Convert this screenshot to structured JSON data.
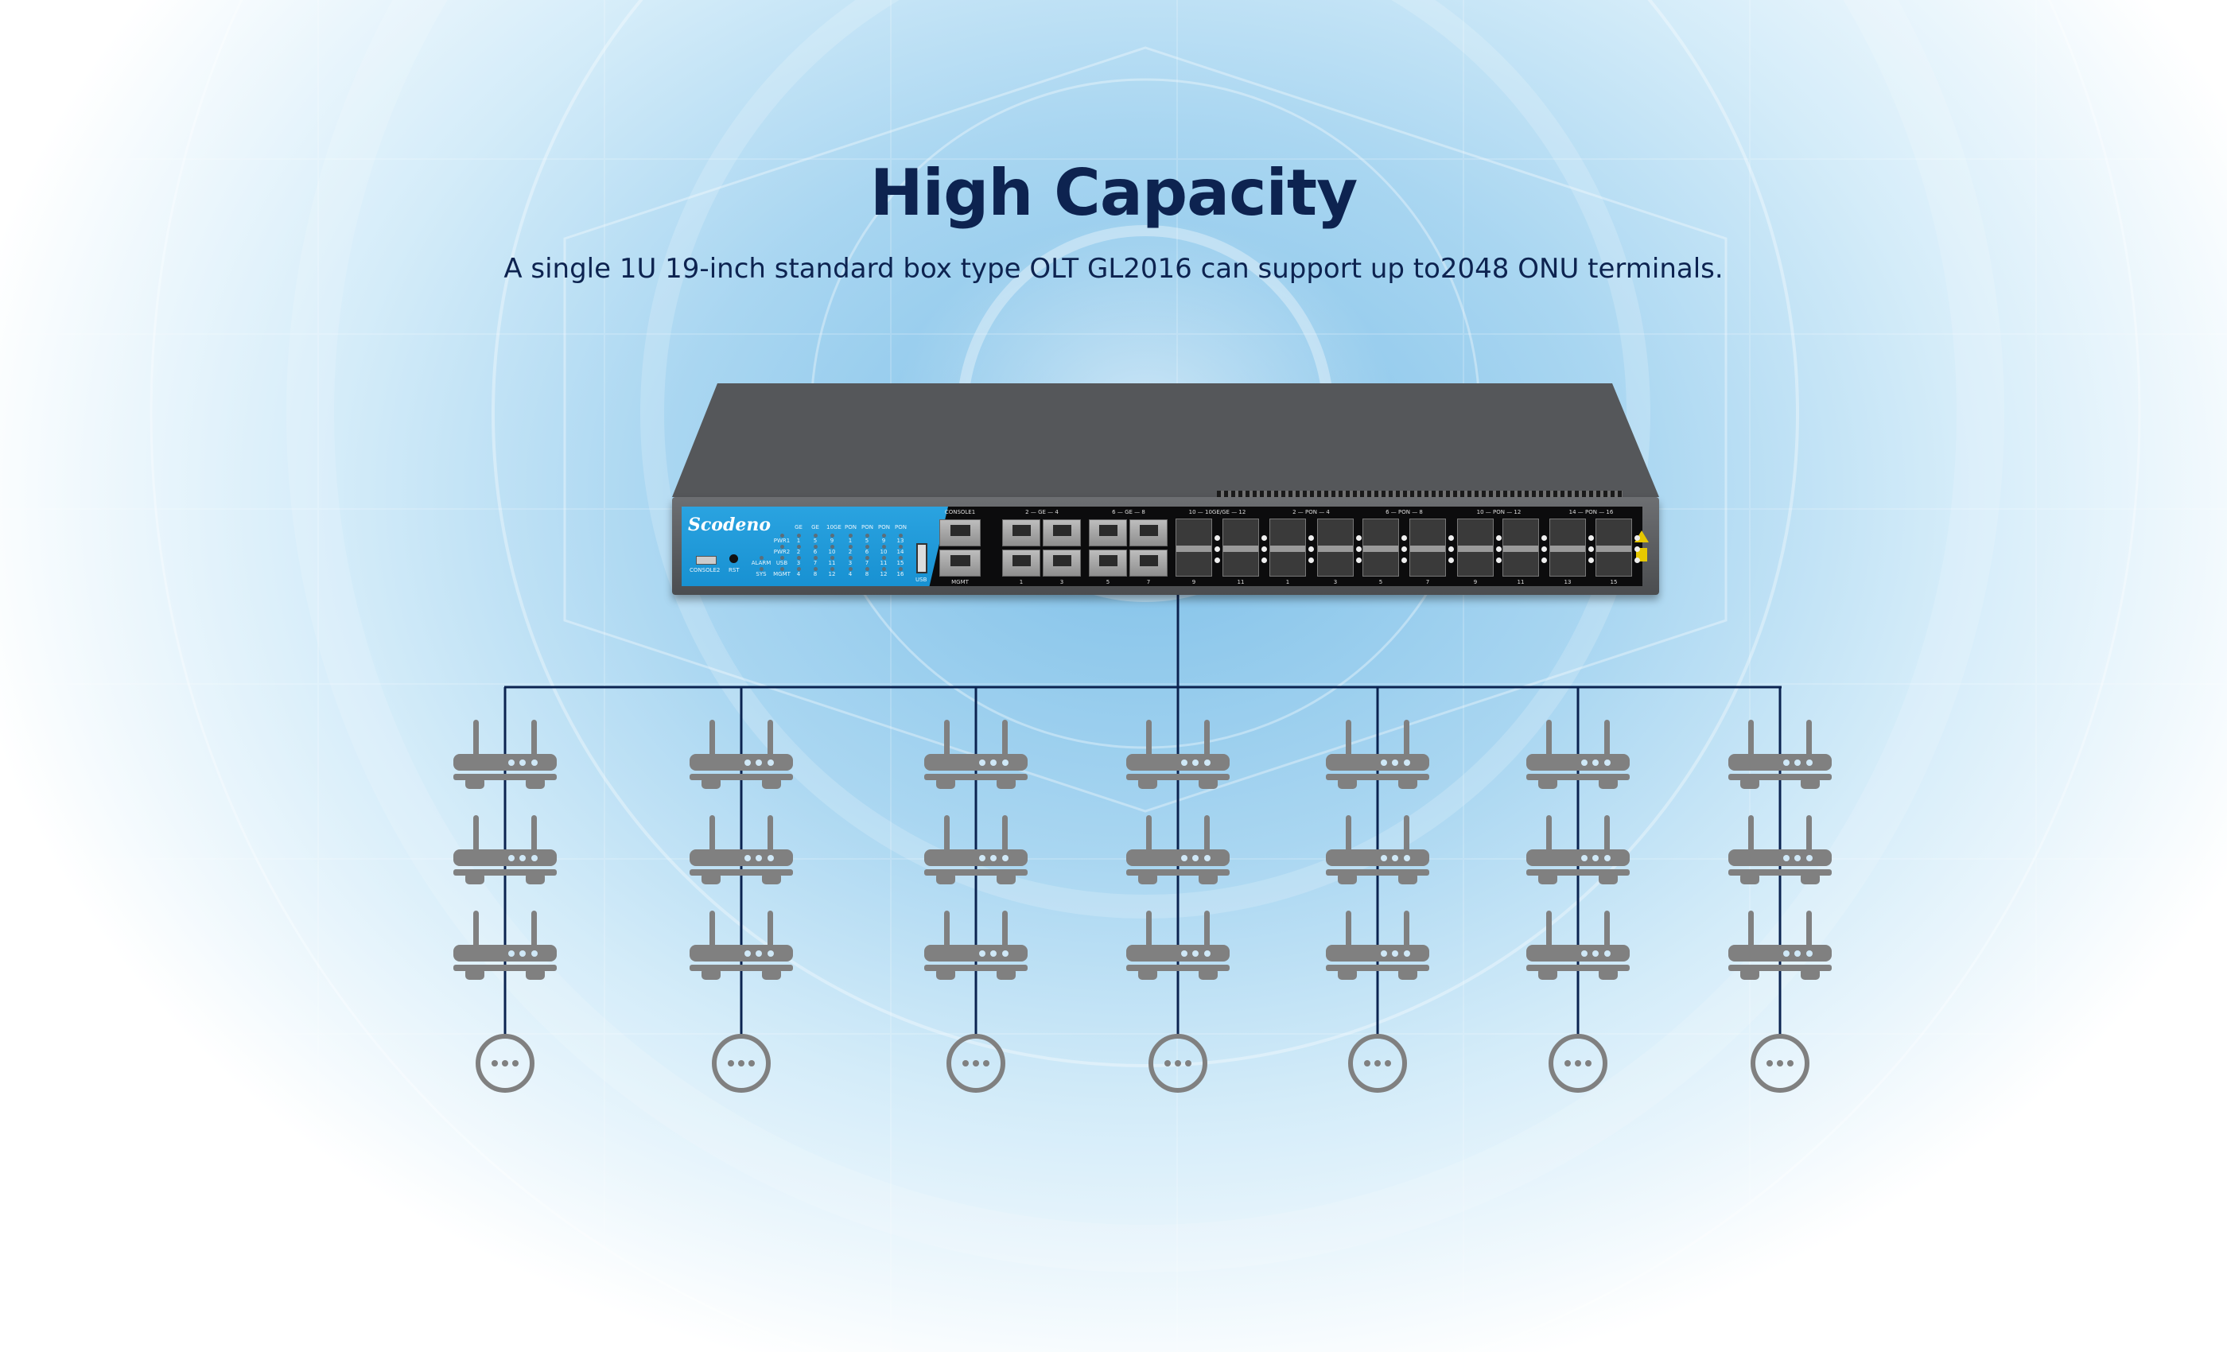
{
  "header": {
    "title": "High Capacity",
    "subtitle": "A single 1U 19-inch standard box type OLT GL2016 can support up to2048 ONU terminals."
  },
  "device": {
    "brand": "Scodeno",
    "console2": "CONSOLE2",
    "rst": "RST",
    "usb": "USB",
    "console1": "CONSOLE1",
    "mgmt": "MGMT",
    "status_left": [
      "",
      "",
      "ALARM",
      "SYS"
    ],
    "status_right": [
      "PWR1",
      "PWR2",
      "USB",
      "MGMT"
    ],
    "led_headers": [
      "GE",
      "GE",
      "10GE",
      "PON",
      "PON",
      "PON",
      "PON"
    ],
    "led_numbers": [
      [
        "1",
        "2",
        "3",
        "4"
      ],
      [
        "5",
        "6",
        "7",
        "8"
      ],
      [
        "9",
        "10",
        "11",
        "12"
      ],
      [
        "1",
        "2",
        "3",
        "4"
      ],
      [
        "5",
        "6",
        "7",
        "8"
      ],
      [
        "9",
        "10",
        "11",
        "12"
      ],
      [
        "13",
        "14",
        "15",
        "16"
      ]
    ],
    "ge_groups": [
      {
        "label": "2 — GE — 4",
        "bottom": [
          "1",
          "3"
        ]
      },
      {
        "label": "6 — GE — 8",
        "bottom": [
          "5",
          "7"
        ]
      }
    ],
    "sfp_groups": [
      {
        "label": "10 — 10GE/GE — 12",
        "bottom": [
          "9",
          "11"
        ]
      },
      {
        "label": "2 — PON — 4",
        "bottom": [
          "1",
          "3"
        ]
      },
      {
        "label": "6 — PON — 8",
        "bottom": [
          "5",
          "7"
        ]
      },
      {
        "label": "10 — PON — 12",
        "bottom": [
          "9",
          "11"
        ]
      },
      {
        "label": "14 — PON — 16",
        "bottom": [
          "13",
          "15"
        ]
      }
    ]
  },
  "colors": {
    "title": "#0d2350",
    "line": "#0b2350",
    "onu": "#808080",
    "onu_led": "#cfe8f7"
  }
}
